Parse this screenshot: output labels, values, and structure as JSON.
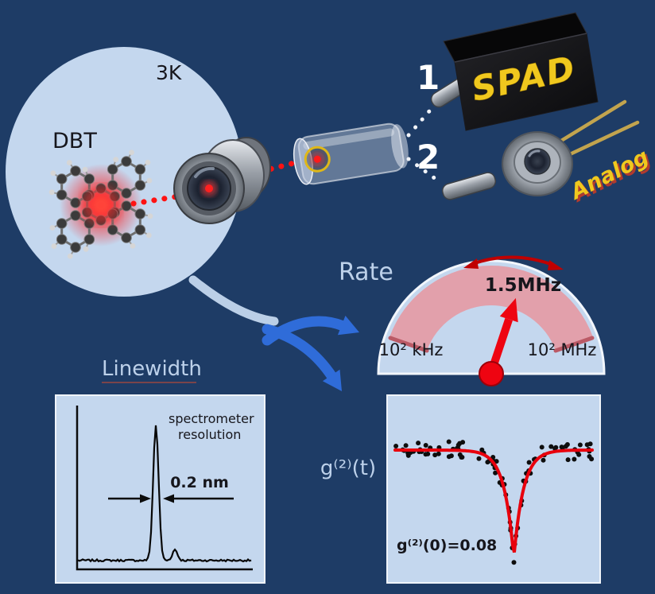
{
  "colors": {
    "background": "#1e3c66",
    "panel": "#c4d7ee",
    "accent_blue": "#2f6cd9",
    "red": "#e8000d",
    "gauge_band": "#e2a0ab",
    "detector_yellow": "#f0c81e",
    "light_text": "#bdd1ea",
    "dark_text": "#16161c"
  },
  "scene": {
    "temperature": "3K",
    "molecule": "DBT",
    "path1": "1",
    "path2": "2",
    "detector1": "SPAD",
    "detector2": "Analog"
  },
  "gauge": {
    "title": "Rate",
    "value": "1.5MHz",
    "min": "10² kHz",
    "max": "10² MHz"
  },
  "linewidth": {
    "title": "Linewidth",
    "annotation_line1": "spectrometer",
    "annotation_line2": "resolution",
    "width": "0.2 nm"
  },
  "g2": {
    "axis": "g⁽²⁾(t)",
    "value": "g⁽²⁾(0)=0.08"
  },
  "chart_data": [
    {
      "type": "gauge",
      "title": "Rate",
      "value_label": "1.5MHz",
      "value_mhz": 1.5,
      "scale_min_label": "10² kHz",
      "scale_max_label": "10² MHz",
      "scale": "log",
      "needle_fraction": 0.6
    },
    {
      "type": "line",
      "title": "Linewidth",
      "annotation": "spectrometer resolution",
      "peak_width_label": "0.2 nm",
      "peak_fwhm_nm": 0.2,
      "shape": {
        "baseline_rel": 0.02,
        "main_peak_rel_pos": 0.45,
        "main_peak_rel_height": 1.0,
        "side_bump_rel_pos": 0.56,
        "side_bump_rel_height": 0.08
      }
    },
    {
      "type": "scatter",
      "title": "g(2)(t) antibunching",
      "ylabel": "g⁽²⁾(t)",
      "annotation": "g⁽²⁾(0)=0.08",
      "baseline": 1.0,
      "g2_zero": 0.08,
      "dip_center_rel_pos": 0.6,
      "fit_color": "#e8000d",
      "n_points": 90
    }
  ]
}
